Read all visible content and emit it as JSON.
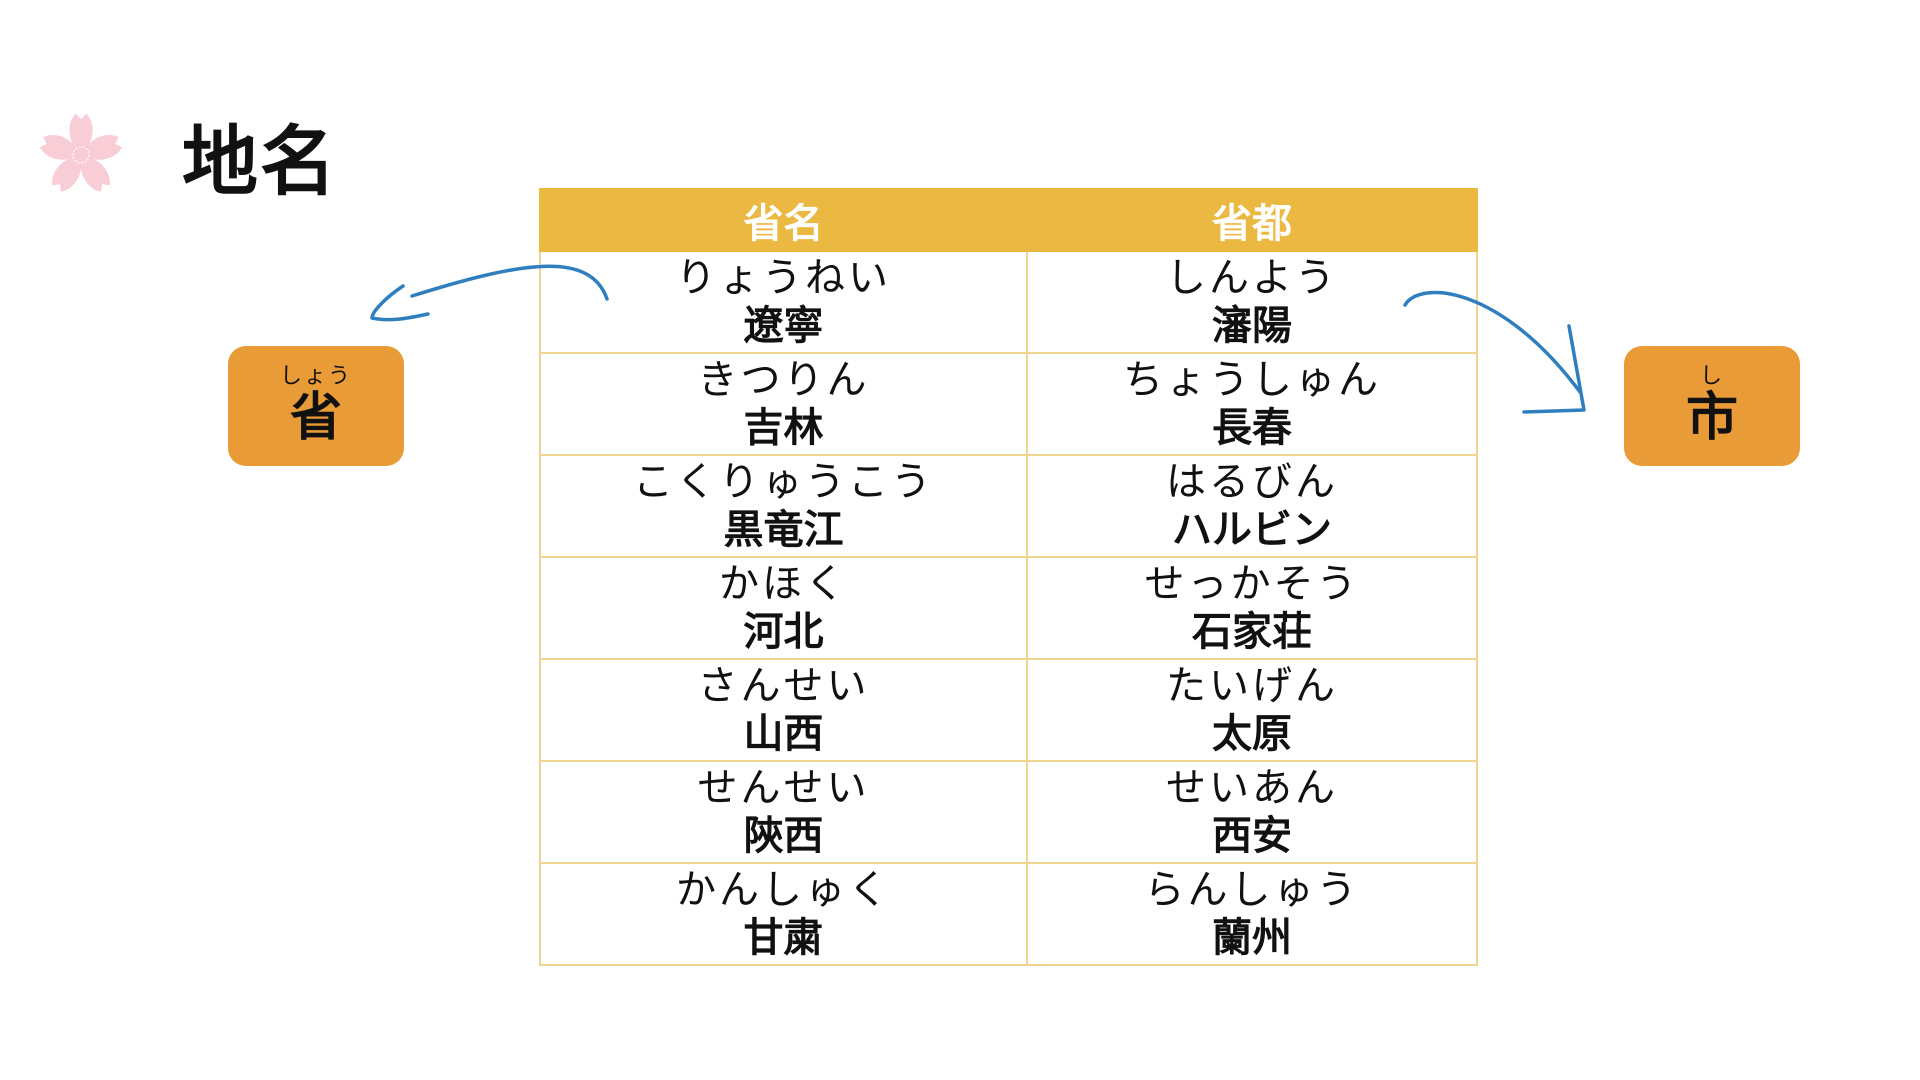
{
  "title": "地名",
  "icons": {
    "title_icon": "sakura-flower-icon"
  },
  "table": {
    "headers": [
      "省名",
      "省都"
    ],
    "rows": [
      {
        "province_kana": "りょうねい",
        "province": "遼寧",
        "capital_kana": "しんよう",
        "capital": "瀋陽"
      },
      {
        "province_kana": "きつりん",
        "province": "吉林",
        "capital_kana": "ちょうしゅん",
        "capital": "長春"
      },
      {
        "province_kana": "こくりゅうこう",
        "province": "黒竜江",
        "capital_kana": "はるびん",
        "capital": "ハルビン"
      },
      {
        "province_kana": "かほく",
        "province": "河北",
        "capital_kana": "せっかそう",
        "capital": "石家荘"
      },
      {
        "province_kana": "さんせい",
        "province": "山西",
        "capital_kana": "たいげん",
        "capital": "太原"
      },
      {
        "province_kana": "せんせい",
        "province": "陝西",
        "capital_kana": "せいあん",
        "capital": "西安"
      },
      {
        "province_kana": "かんしゅく",
        "province": "甘粛",
        "capital_kana": "らんしゅう",
        "capital": "蘭州"
      }
    ]
  },
  "badges": {
    "shou": {
      "ruby": "しょう",
      "label": "省"
    },
    "shi": {
      "ruby": "し",
      "label": "市"
    }
  },
  "colors": {
    "header_bg": "#ebb842",
    "border": "#f0d592",
    "badge_bg": "#e99b38",
    "arrow": "#2f7fbf",
    "sakura": "#f9cdd6"
  }
}
